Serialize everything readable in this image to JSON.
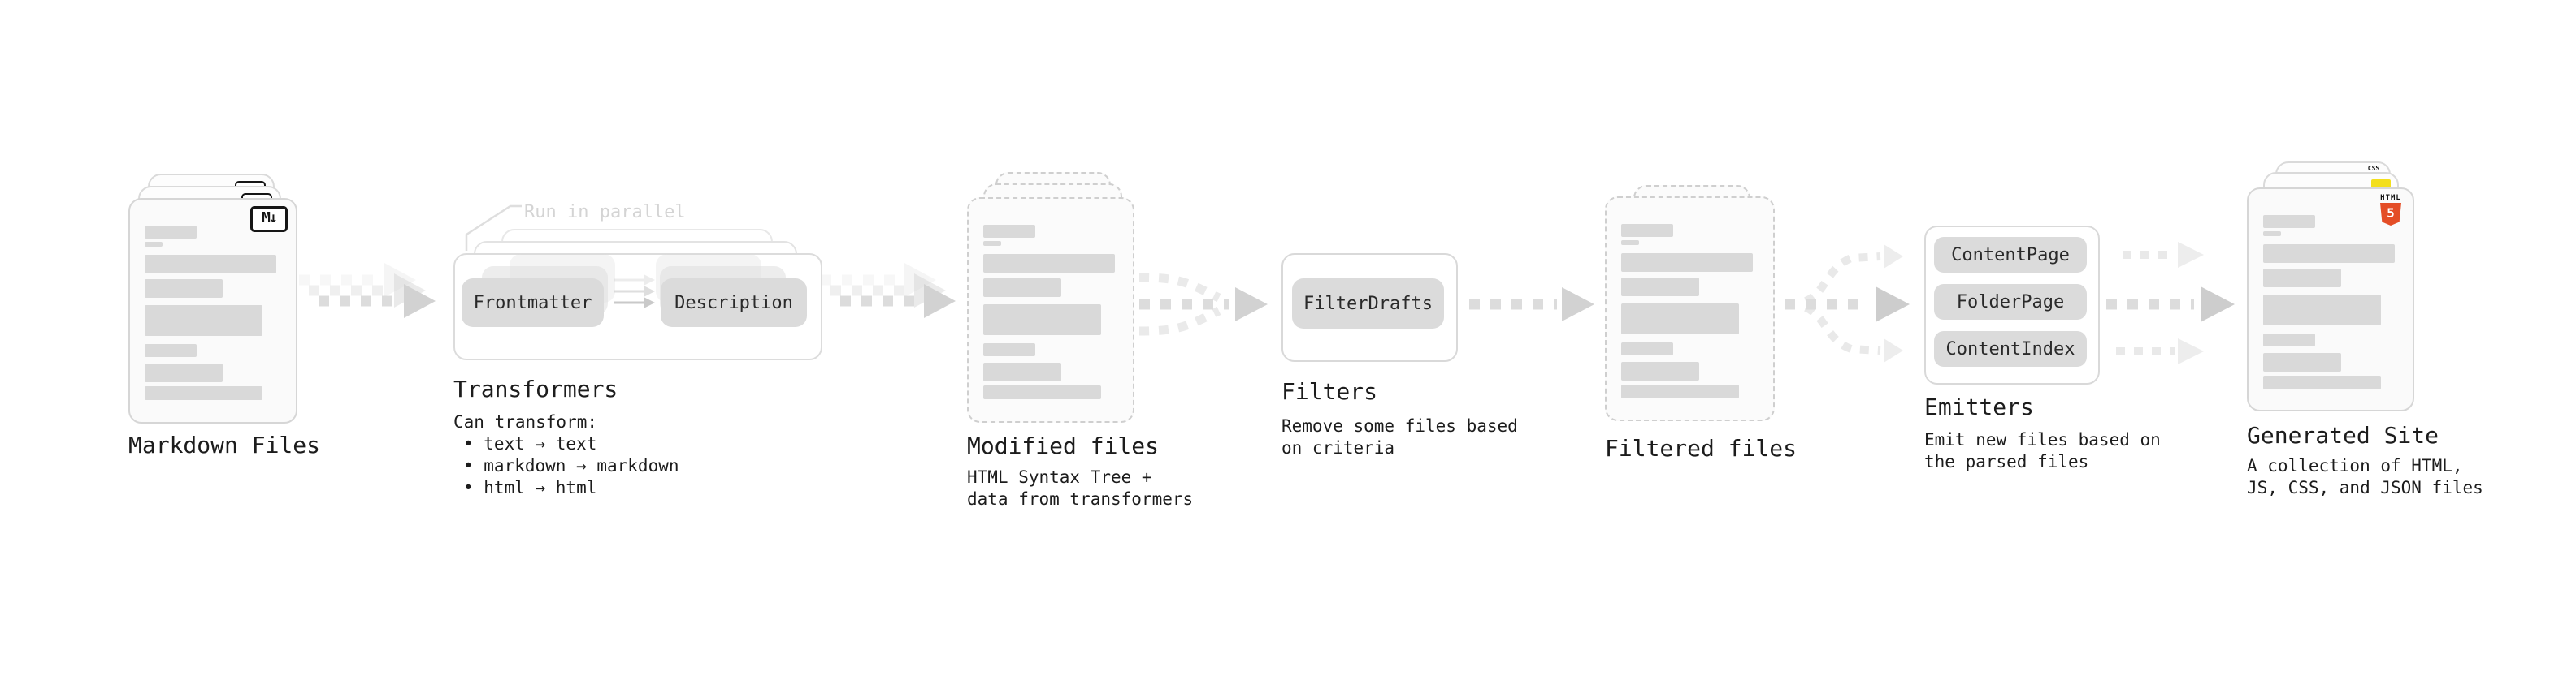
{
  "stages": {
    "markdown_files": {
      "label": "Markdown Files",
      "badge": "M↓"
    },
    "transformers": {
      "title": "Transformers",
      "note": "Run in parallel",
      "pill_left": "Frontmatter",
      "pill_right": "Description",
      "desc_heading": "Can transform:",
      "bullets": [
        "• text → text",
        "• markdown → markdown",
        "• html → html"
      ]
    },
    "modified_files": {
      "label": "Modified files",
      "sub": [
        "HTML Syntax Tree +",
        "data from transformers"
      ]
    },
    "filters": {
      "title": "Filters",
      "pill": "FilterDrafts",
      "sub": [
        "Remove some files based",
        "on criteria"
      ]
    },
    "filtered_files": {
      "label": "Filtered files"
    },
    "emitters": {
      "title": "Emitters",
      "pills": [
        "ContentPage",
        "FolderPage",
        "ContentIndex"
      ],
      "sub": [
        "Emit new files based on",
        "the parsed files"
      ]
    },
    "generated_site": {
      "label": "Generated Site",
      "sub": [
        "A collection of HTML,",
        "JS, CSS, and JSON files"
      ],
      "badges": {
        "html_label": "HTML",
        "html_number": "5",
        "css_label": "CSS"
      }
    }
  },
  "colors": {
    "html5_orange": "#e44d26",
    "js_yellow": "#f3df1d",
    "css_blue": "#2760e6",
    "placeholder_gray": "#d9d9d9",
    "arrow_gray": "#dcdcdc"
  }
}
